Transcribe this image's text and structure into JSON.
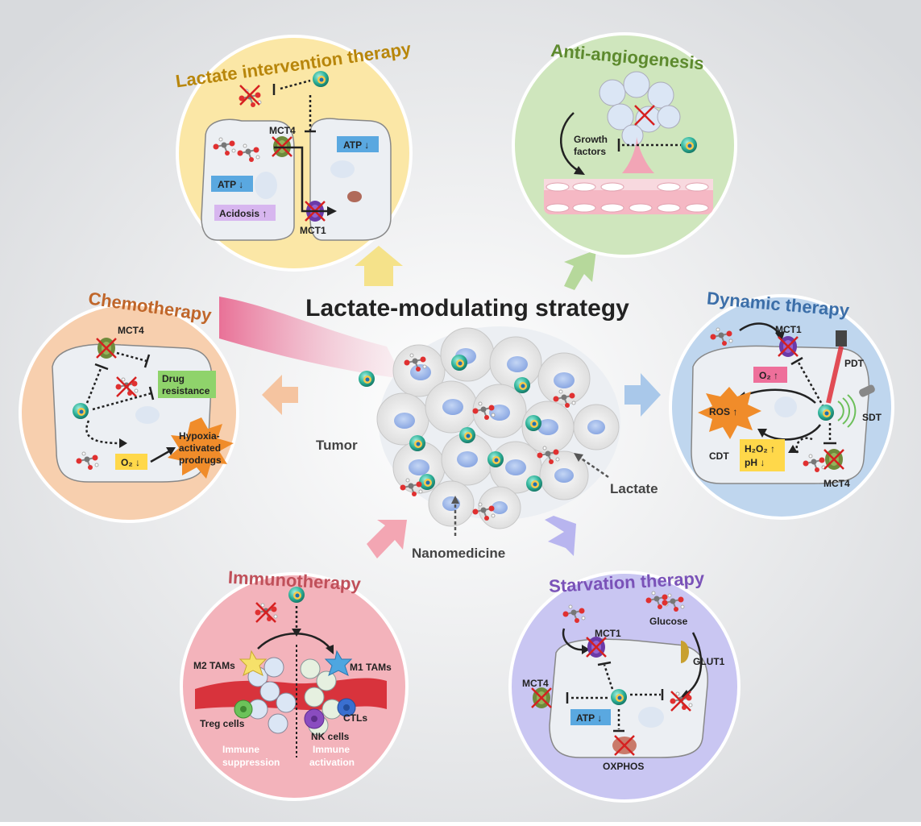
{
  "title": "Lactate-modulating strategy",
  "center": {
    "tumor_label": "Tumor",
    "lactate_label": "Lactate",
    "nanomedicine_label": "Nanomedicine"
  },
  "panels": {
    "lactate_intervention": {
      "title": "Lactate intervention  therapy",
      "mct4": "MCT4",
      "mct1": "MCT1",
      "atp_left": "ATP ↓",
      "atp_right": "ATP ↓",
      "acidosis": "Acidosis ↑"
    },
    "anti_angiogenesis": {
      "title": "Anti-angiogenesis",
      "growth_factors_1": "Growth",
      "growth_factors_2": "factors"
    },
    "chemotherapy": {
      "title": "Chemotherapy",
      "mct4": "MCT4",
      "drug_resistance_1": "Drug",
      "drug_resistance_2": "resistance",
      "o2": "O₂ ↓",
      "hypoxia_1": "Hypoxia-",
      "hypoxia_2": "activated",
      "hypoxia_3": "prodrugs"
    },
    "dynamic": {
      "title": "Dynamic therapy",
      "mct1": "MCT1",
      "mct4": "MCT4",
      "o2": "O₂ ↑",
      "ros": "ROS ↑",
      "pdt": "PDT",
      "sdt": "SDT",
      "cdt": "CDT",
      "h2o2": "H₂O₂ ↑",
      "ph": "pH ↓"
    },
    "immunotherapy": {
      "title": "Immunotherapy",
      "m2": "M2 TAMs",
      "m1": "M1 TAMs",
      "treg": "Treg cells",
      "ctls": "CTLs",
      "nk": "NK cells",
      "suppression_1": "Immune",
      "suppression_2": "suppression",
      "activation_1": "Immune",
      "activation_2": "activation"
    },
    "starvation": {
      "title": "Starvation therapy",
      "mct1": "MCT1",
      "mct4": "MCT4",
      "glucose": "Glucose",
      "glut1": "GLUT1",
      "atp": "ATP ↓",
      "oxphos": "OXPHOS"
    }
  },
  "colors": {
    "yellow_panel": "#fbe7a6",
    "green_panel": "#cfe6bd",
    "orange_panel": "#f7cfae",
    "blue_panel": "#bfd6ee",
    "pink_panel": "#f3b3bb",
    "purple_panel": "#c9c6f2",
    "title_lactate": "#b8860b",
    "title_angio": "#5d8a2e",
    "title_chemo": "#c0662a",
    "title_dynamic": "#3b6ea8",
    "title_immuno": "#c0505a",
    "title_starvation": "#7a52b8",
    "atp_box": "#5aa8e0",
    "acidosis_box": "#d7b6ef",
    "drug_box": "#8fd36b",
    "o2_box": "#ffd84a",
    "o2_up_box": "#ee6f9a",
    "ros_burst": "#f08c2a"
  },
  "icons": {
    "nanoparticle": "nanoparticle-icon",
    "lactate_molecule": "lactate-molecule-icon",
    "mct_transporter": "transporter-icon",
    "inhibit": "inhibit-x-icon",
    "laser": "laser-icon",
    "ultrasound": "ultrasound-icon"
  }
}
